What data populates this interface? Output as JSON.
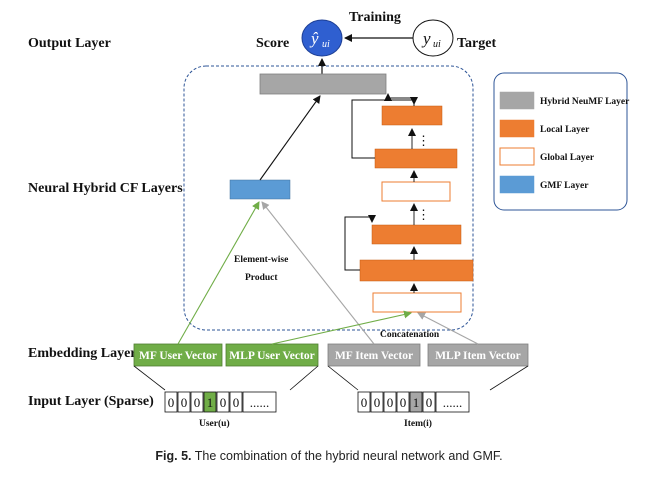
{
  "labels": {
    "output_layer": "Output Layer",
    "neural_hybrid": "Neural Hybrid CF Layers",
    "embedding_layer": "Embedding Layer",
    "input_layer": "Input Layer (Sparse)",
    "score": "Score",
    "training": "Training",
    "target": "Target",
    "score_symbol": "ŷ",
    "score_sub": "ui",
    "target_symbol": "y",
    "target_sub": "ui",
    "element_wise_1": "Element-wise",
    "element_wise_2": "Product",
    "concatenation": "Concatenation",
    "user_label": "User(u)",
    "item_label": "Item(i)"
  },
  "legend": [
    {
      "text": "Hybrid NeuMF Layer",
      "color": "#a6a6a6",
      "style": "fill"
    },
    {
      "text": "Local Layer",
      "color": "#ed7d31",
      "style": "fill"
    },
    {
      "text": "Global Layer",
      "color": "#ed7d31",
      "style": "outline"
    },
    {
      "text": "GMF Layer",
      "color": "#5b9bd5",
      "style": "fill"
    }
  ],
  "embeddings": {
    "mf_user": "MF User Vector",
    "mlp_user": "MLP User Vector",
    "mf_item": "MF Item Vector",
    "mlp_item": "MLP Item Vector"
  },
  "user_cells": [
    "0",
    "0",
    "0",
    "1",
    "0",
    "0",
    "......"
  ],
  "item_cells": [
    "0",
    "0",
    "0",
    "0",
    "1",
    "0",
    "......"
  ],
  "dots": "⋮",
  "caption": {
    "prefix": "Fig. 5.",
    "text": "The combination of the hybrid neural network and GMF."
  },
  "colors": {
    "green": "#70ad47",
    "gray": "#a6a6a6",
    "orange": "#ed7d31",
    "blue": "#5b9bd5",
    "navy": "#2e5597",
    "dark_blue_circle": "#2f5fd0"
  }
}
